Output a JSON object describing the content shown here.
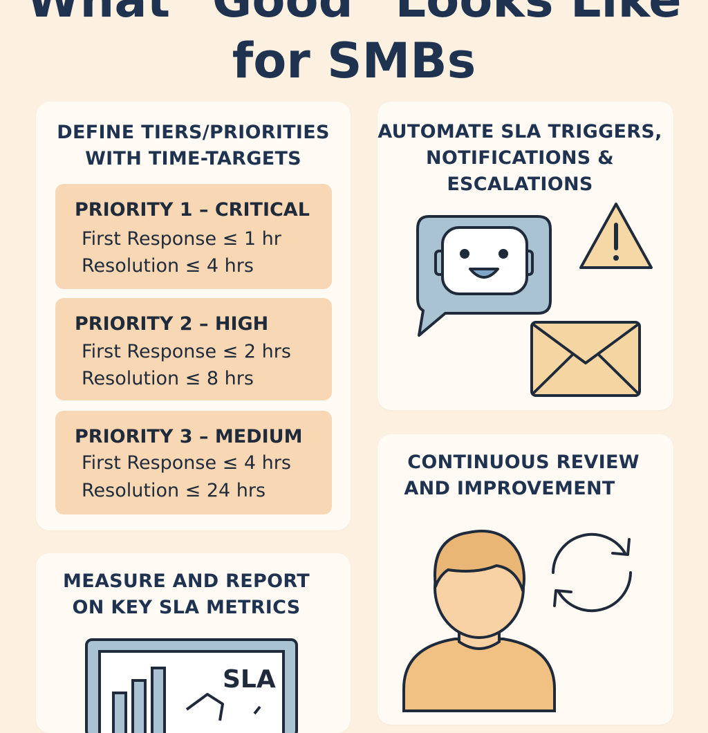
{
  "page": {
    "title_line1": "What \"Good\" Looks Like",
    "title_line2": "for SMBs"
  },
  "tiers_card": {
    "title_line1": "DEFINE TIERS/PRIORITIES",
    "title_line2": "WITH TIME-TARGETS",
    "priorities": [
      {
        "title": "PRIORITY 1 – CRITICAL",
        "first_response": "First Response ≤ 1 hr",
        "resolution": "Resolution ≤ 4 hrs"
      },
      {
        "title": "PRIORITY 2 – HIGH",
        "first_response": "First Response ≤ 2 hrs",
        "resolution": "Resolution ≤ 8 hrs"
      },
      {
        "title": "PRIORITY 3 – MEDIUM",
        "first_response": "First Response ≤ 4 hrs",
        "resolution": "Resolution ≤ 24 hrs"
      }
    ]
  },
  "automate_card": {
    "title_line1": "AUTOMATE SLA TRIGGERS,",
    "title_line2": "NOTIFICATIONS &",
    "title_line3": "ESCALATIONS",
    "icons": [
      "robot-chat-icon",
      "warning-icon",
      "envelope-icon"
    ]
  },
  "review_card": {
    "title_line1": "CONTINUOUS REVIEW",
    "title_line2": "AND IMPROVEMENT",
    "icons": [
      "person-icon",
      "refresh-cycle-icon"
    ]
  },
  "measure_card": {
    "title_line1": "MEASURE AND REPORT",
    "title_line2": "ON KEY SLA METRICS",
    "dashboard_label": "SLA",
    "icons": [
      "dashboard-monitor-icon",
      "bar-chart-icon"
    ]
  },
  "colors": {
    "background": "#fcf1e1",
    "card": "#fffbf4",
    "navy": "#1f3350",
    "priority_fill": "#f7d7b4",
    "bubble_blue": "#a9c3d3",
    "envelope": "#f5d6a3",
    "skin": "#f8d1a5",
    "hair": "#eab676"
  }
}
